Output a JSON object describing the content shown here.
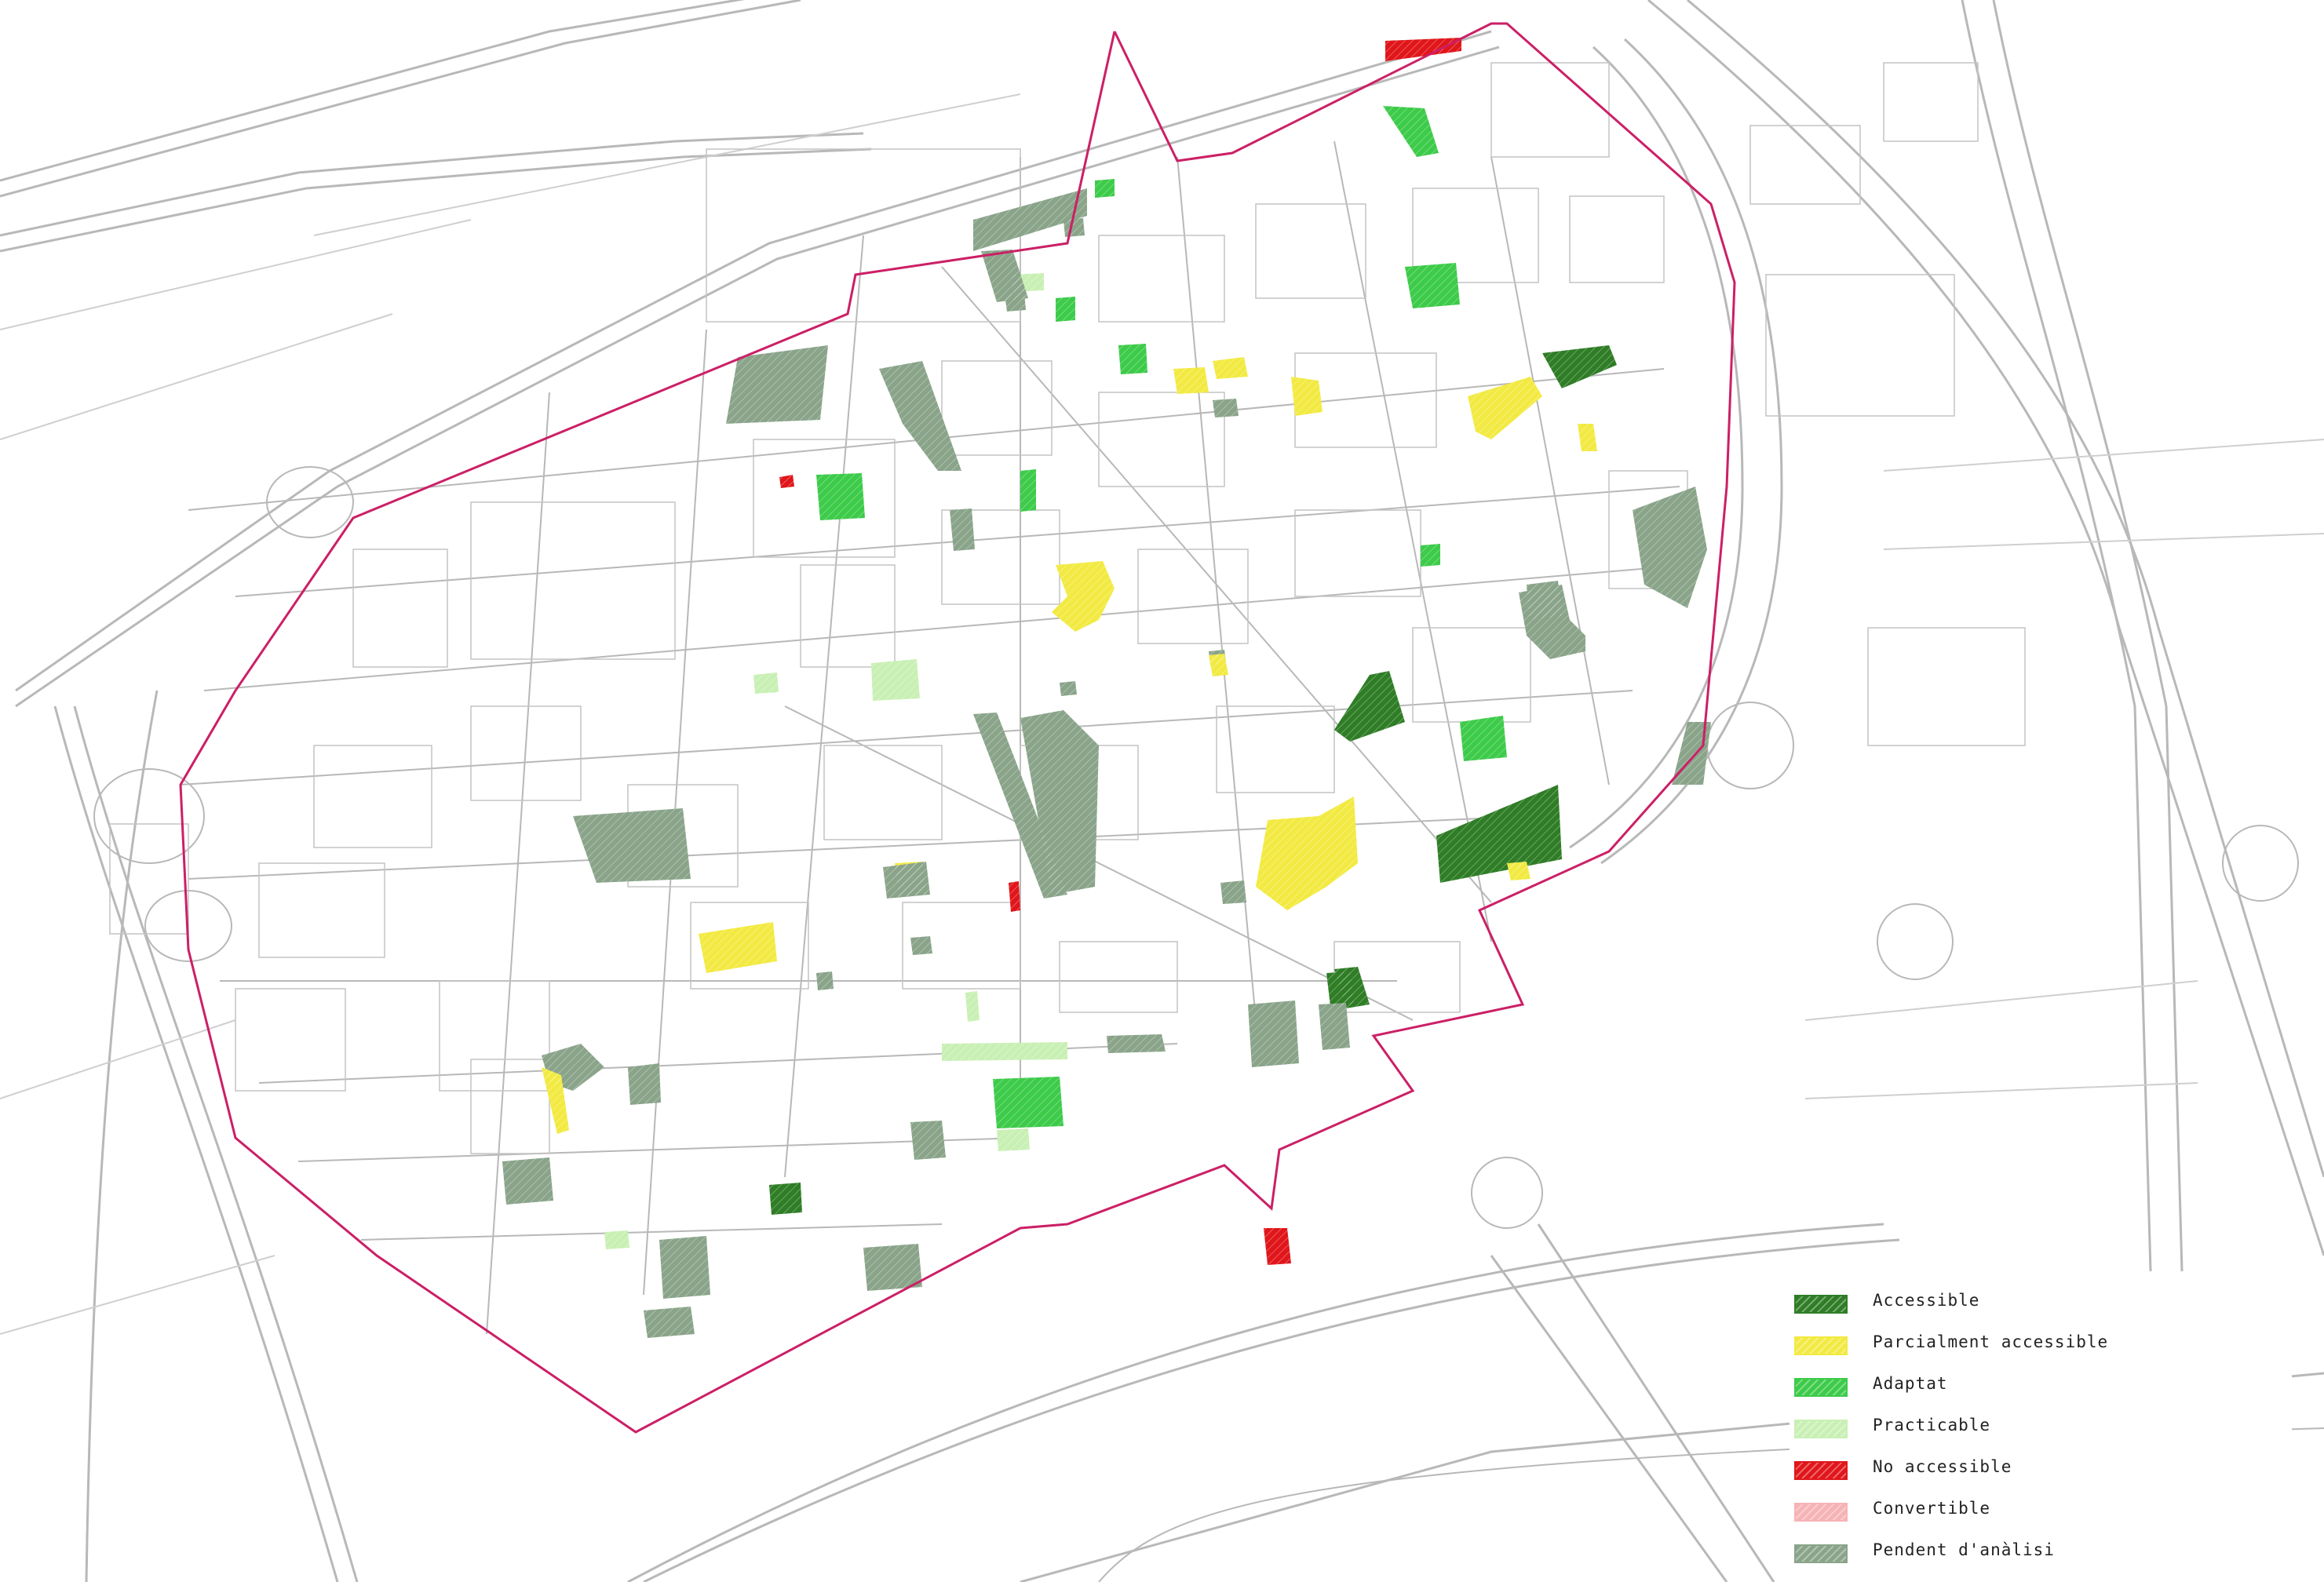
{
  "colors": {
    "accessible": "#2f7d26",
    "parcialment_accessible": "#f2ea42",
    "adaptat": "#3dcb4a",
    "practicable": "#c9f0b4",
    "no_accessible": "#e0161b",
    "convertible": "#f6b3b6",
    "pendent": "#8aa48a",
    "boundary": "#cc1f66",
    "streets": "#b3b3b3"
  },
  "legend": {
    "items": [
      {
        "key": "accessible",
        "label": "Accessible"
      },
      {
        "key": "parcialment_accessible",
        "label": "Parcialment accessible"
      },
      {
        "key": "adaptat",
        "label": "Adaptat"
      },
      {
        "key": "practicable",
        "label": "Practicable"
      },
      {
        "key": "no_accessible",
        "label": "No accessible"
      },
      {
        "key": "convertible",
        "label": "Convertible"
      },
      {
        "key": "pendent",
        "label": "Pendent d'anàlisi"
      }
    ]
  },
  "buildings": [
    {
      "code": "",
      "category": "no_accessible"
    },
    {
      "code": "",
      "category": "adaptat"
    },
    {
      "code": "",
      "category": "pendent"
    },
    {
      "code": "",
      "category": "adaptat"
    },
    {
      "code": "",
      "category": "pendent"
    },
    {
      "code": "",
      "category": "practicable"
    },
    {
      "code": "",
      "category": "adaptat"
    },
    {
      "code": "",
      "category": "adaptat"
    },
    {
      "code": "",
      "category": "adaptat"
    },
    {
      "code": "",
      "category": "parcialment_accessible"
    },
    {
      "code": "",
      "category": "parcialment_accessible"
    },
    {
      "code": "",
      "category": "parcialment_accessible"
    },
    {
      "code": "",
      "category": "parcialment_accessible"
    },
    {
      "code": "",
      "category": "accessible"
    },
    {
      "code": "",
      "category": "parcialment_accessible"
    },
    {
      "code": "",
      "category": "pendent"
    },
    {
      "code": "",
      "category": "pendent"
    },
    {
      "code": "",
      "category": "adaptat"
    },
    {
      "code": "",
      "category": "no_accessible"
    },
    {
      "code": "",
      "category": "pendent"
    },
    {
      "code": "",
      "category": "adaptat"
    },
    {
      "code": "",
      "category": "parcialment_accessible"
    },
    {
      "code": "",
      "category": "adaptat"
    },
    {
      "code": "",
      "category": "pendent"
    },
    {
      "code": "",
      "category": "pendent"
    },
    {
      "code": "",
      "category": "pendent"
    },
    {
      "code": "",
      "category": "pendent"
    },
    {
      "code": "",
      "category": "pendent"
    },
    {
      "code": "",
      "category": "pendent"
    },
    {
      "code": "",
      "category": "practicable"
    },
    {
      "code": "",
      "category": "practicable"
    },
    {
      "code": "",
      "category": "pendent"
    },
    {
      "code": "",
      "category": "accessible"
    },
    {
      "code": "",
      "category": "adaptat"
    },
    {
      "code": "",
      "category": "pendent"
    },
    {
      "code": "",
      "category": "parcialment_accessible"
    },
    {
      "code": "",
      "category": "pendent"
    },
    {
      "code": "",
      "category": "parcialment_accessible"
    },
    {
      "code": "",
      "category": "pendent"
    },
    {
      "code": "",
      "category": "accessible"
    },
    {
      "code": "",
      "category": "parcialment_accessible"
    },
    {
      "code": "",
      "category": "pendent"
    },
    {
      "code": "",
      "category": "parcialment_accessible"
    },
    {
      "code": "",
      "category": "parcialment_accessible"
    },
    {
      "code": "",
      "category": "pendent"
    },
    {
      "code": "",
      "category": "accessible"
    },
    {
      "code": "",
      "category": "no_accessible"
    },
    {
      "code": "",
      "category": "pendent"
    },
    {
      "code": "",
      "category": "pendent"
    },
    {
      "code": "",
      "category": "pendent"
    },
    {
      "code": "",
      "category": "accessible"
    },
    {
      "code": "",
      "category": "practicable"
    },
    {
      "code": "",
      "category": "pendent"
    },
    {
      "code": "",
      "category": "pendent"
    },
    {
      "code": "",
      "category": "pendent"
    },
    {
      "code": "",
      "category": "practicable"
    },
    {
      "code": "",
      "category": "adaptat"
    },
    {
      "code": "",
      "category": "practicable"
    },
    {
      "code": "",
      "category": "pendent"
    },
    {
      "code": "",
      "category": "pendent"
    },
    {
      "code": "",
      "category": "parcialment_accessible"
    },
    {
      "code": "",
      "category": "pendent"
    },
    {
      "code": "",
      "category": "pendent"
    },
    {
      "code": "",
      "category": "pendent"
    },
    {
      "code": "",
      "category": "accessible"
    },
    {
      "code": "",
      "category": "practicable"
    },
    {
      "code": "",
      "category": "pendent"
    },
    {
      "code": "",
      "category": "pendent"
    },
    {
      "code": "",
      "category": "pendent"
    },
    {
      "code": "",
      "category": "no_accessible"
    }
  ]
}
